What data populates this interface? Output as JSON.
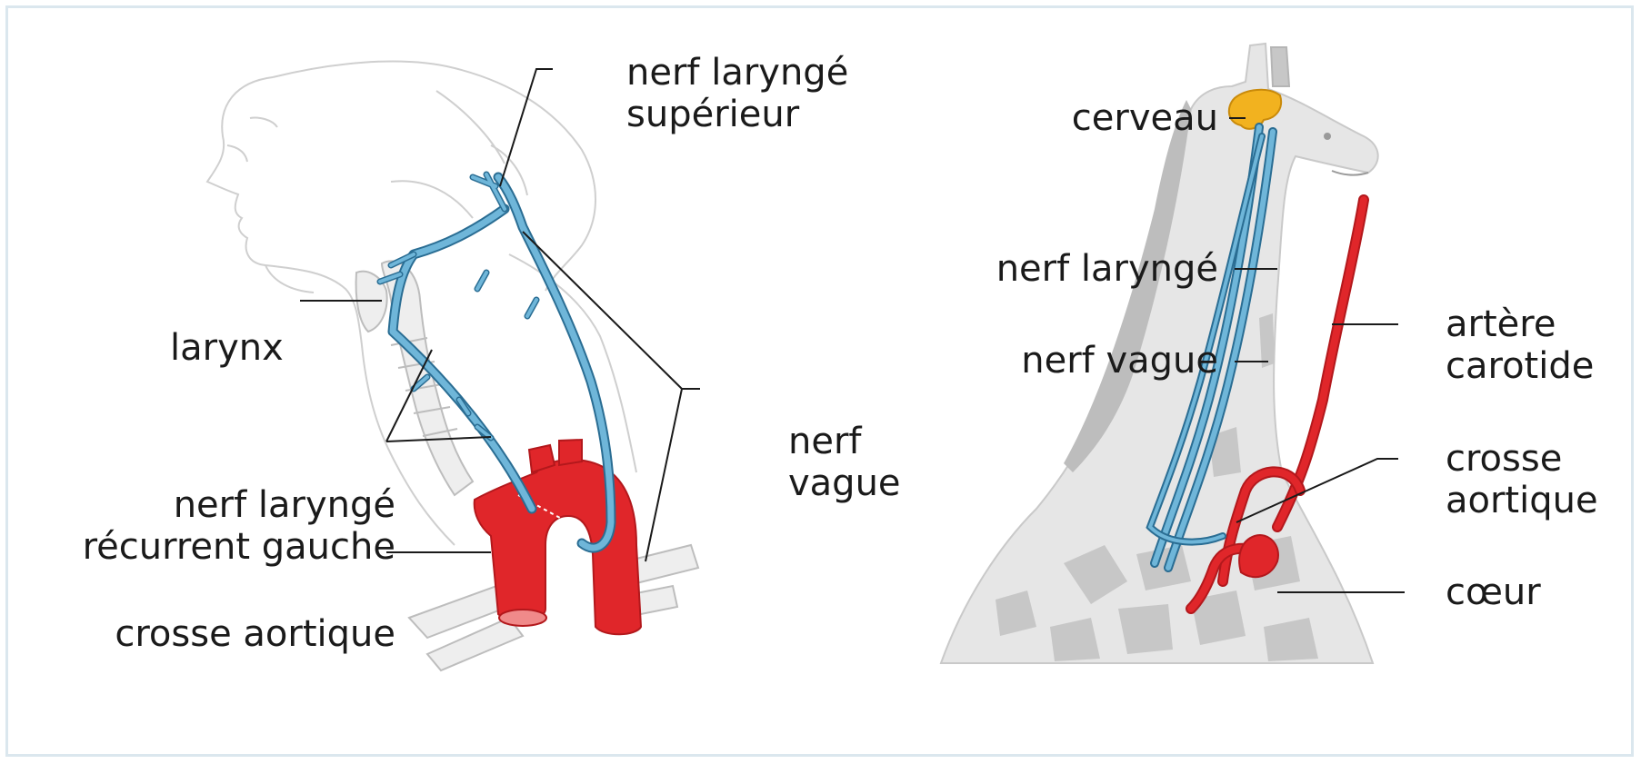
{
  "human": {
    "labels": {
      "nerf_larynge_superieur_1": "nerf laryngé",
      "nerf_larynge_superieur_2": "supérieur",
      "larynx": "larynx",
      "nerf_larynge_recurrent_1": "nerf laryngé",
      "nerf_larynge_recurrent_2": "récurrent gauche",
      "crosse_aortique": "crosse aortique",
      "nerf_vague_1": "nerf",
      "nerf_vague_2": "vague"
    }
  },
  "giraffe": {
    "labels": {
      "cerveau": "cerveau",
      "nerf_larynge": "nerf laryngé",
      "nerf_vague": "nerf vague",
      "artere_carotide_1": "artère",
      "artere_carotide_2": "carotide",
      "crosse_aortique_1": "crosse",
      "crosse_aortique_2": "aortique",
      "coeur": "cœur"
    }
  },
  "colors": {
    "nerve": "#6fb6d9",
    "nerve_outline": "#2a6d93",
    "artery": "#e0262a",
    "artery_dark": "#b3181c",
    "brain": "#f2b21f",
    "outline": "#c9c9c9",
    "giraffe_skin": "#e6e6e6",
    "giraffe_patch": "#c7c7c7",
    "frame": "#dbe7ee"
  }
}
